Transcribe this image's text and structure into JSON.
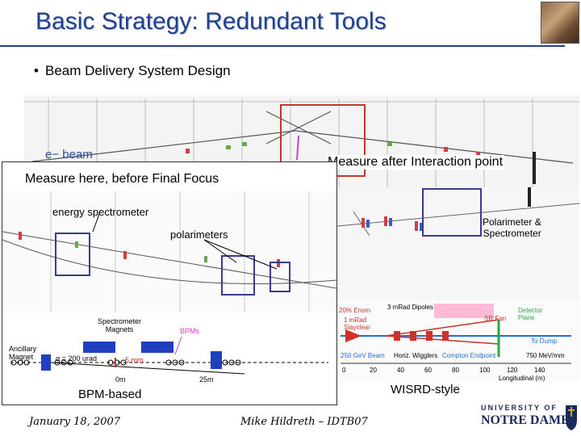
{
  "slide": {
    "title": "Basic Strategy: Redundant Tools",
    "bullet": "Beam Delivery System Design",
    "labels": {
      "e_beam": "e− beam",
      "measure_after": "Measure after Interaction point",
      "measure_here": "Measure here, before Final Focus",
      "energy_spectrometer": "energy spectrometer",
      "polarimeters": "polarimeters",
      "polarimeter_spectrometer_line1": "Polarimeter &",
      "polarimeter_spectrometer_line2": "Spectrometer",
      "bpm_based": "BPM-based",
      "wisrd_style": "WISRD-style"
    },
    "bpm_inset": {
      "spectrometer_magnets_line1": "Spectrometer",
      "spectrometer_magnets_line2": "Magnets",
      "bpms": "BPMs",
      "ancillary_line1": "Ancillary",
      "ancillary_line2": "Magnet",
      "alpha": "α = 200 urad",
      "five_mm": "5 mm",
      "zero_m": "0m",
      "twentyfive_m": "25m"
    },
    "wisrd_inset": {
      "e_nom": "20% Enom",
      "mrad_dipoles": "3 mRad Dipoles",
      "sr_fan": "SR Fan",
      "detector_line1": "Detector",
      "detector_line2": "Plane",
      "slayclear_line1": "1 mRad",
      "slayclear_line2": "Slayclear",
      "to_dump": "To Dump",
      "beam_250": "250 GeV Beam",
      "wigglers": "Horiz. Wigglers",
      "compton": "Compton Endpoint",
      "mev": "750 MeV/mm",
      "xticks": [
        "0",
        "20",
        "40",
        "60",
        "80",
        "100",
        "120",
        "140"
      ],
      "xlabel": "Longitudinal (m)"
    },
    "footer": {
      "date": "January 18, 2007",
      "author": "Mike Hildreth – IDTB07",
      "logo_line1": "UNIVERSITY OF",
      "logo_line2": "NOTRE DAME"
    },
    "colors": {
      "title": "#1f3f8f",
      "highlight_box": "#3b3b8f",
      "red_box": "#c0392b",
      "wisrd_red": "#d0302a",
      "wisrd_blue": "#1f6fd0",
      "wisrd_green": "#2aa845"
    }
  }
}
